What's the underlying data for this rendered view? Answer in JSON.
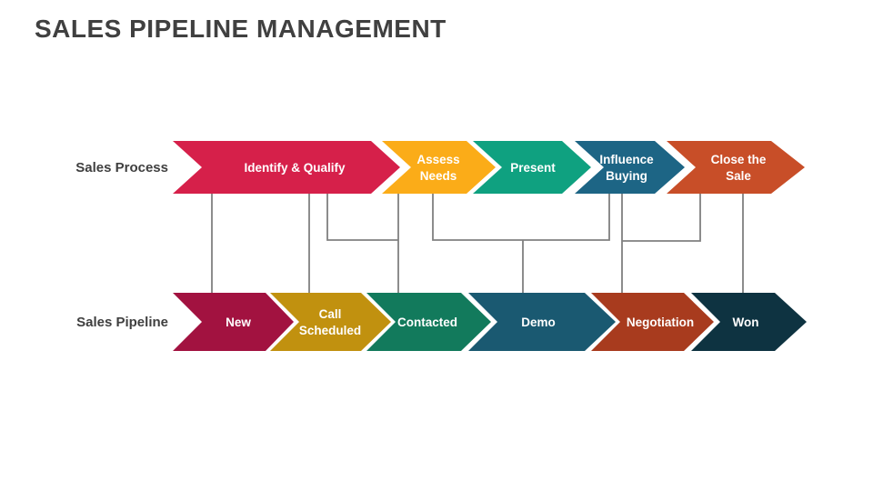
{
  "title": "SALES PIPELINE MANAGEMENT",
  "colors": {
    "background": "#FFFFFF",
    "title_text": "#404040",
    "row_label_text": "#3F3F3F",
    "stage_text": "#FFFFFF",
    "connector": "#808080"
  },
  "process_row": {
    "label": "Sales Process",
    "stages": [
      {
        "label": "Identify & Qualify",
        "lines": [
          "Identify & Qualify"
        ],
        "color": "#D6204A"
      },
      {
        "label": "Assess Needs",
        "lines": [
          "Assess",
          "Needs"
        ],
        "color": "#FBAC18"
      },
      {
        "label": "Present",
        "lines": [
          "Present"
        ],
        "color": "#0FA180"
      },
      {
        "label": "Influence Buying",
        "lines": [
          "Influence",
          "Buying"
        ],
        "color": "#1D6585"
      },
      {
        "label": "Close the Sale",
        "lines": [
          "Close the",
          "Sale"
        ],
        "color": "#C84E28"
      }
    ]
  },
  "pipeline_row": {
    "label": "Sales Pipeline",
    "stages": [
      {
        "label": "New",
        "lines": [
          "New"
        ],
        "color": "#A21240"
      },
      {
        "label": "Call Scheduled",
        "lines": [
          "Call",
          "Scheduled"
        ],
        "color": "#C1910F"
      },
      {
        "label": "Contacted",
        "lines": [
          "Contacted"
        ],
        "color": "#127A5C"
      },
      {
        "label": "Demo",
        "lines": [
          "Demo"
        ],
        "color": "#1A5971"
      },
      {
        "label": "Negotiation",
        "lines": [
          "Negotiation"
        ],
        "color": "#A83B1E"
      },
      {
        "label": "Won",
        "lines": [
          "Won"
        ],
        "color": "#0E3341"
      }
    ]
  },
  "connections": [
    {
      "from": "Identify & Qualify",
      "to": "New"
    },
    {
      "from": "Identify & Qualify",
      "to": "Call Scheduled"
    },
    {
      "from": "Identify & Qualify",
      "to": "Contacted"
    },
    {
      "from": "Assess Needs",
      "to": "Contacted"
    },
    {
      "from": "Assess Needs",
      "to": "Demo"
    },
    {
      "from": "Influence Buying",
      "to": "Demo"
    },
    {
      "from": "Influence Buying",
      "to": "Negotiation"
    },
    {
      "from": "Close the Sale",
      "to": "Negotiation"
    },
    {
      "from": "Close the Sale",
      "to": "Won"
    }
  ]
}
